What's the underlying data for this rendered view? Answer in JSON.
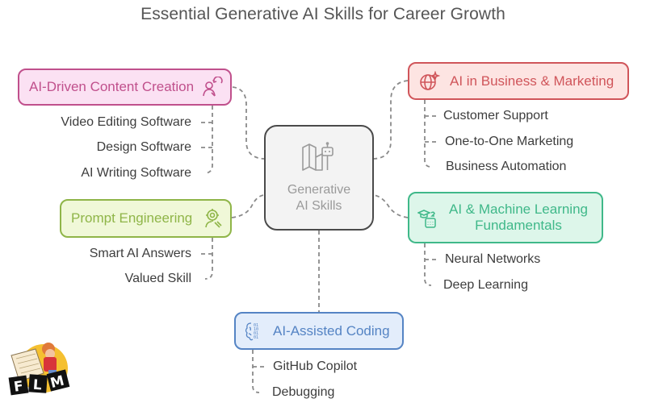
{
  "title": "Essential Generative AI Skills for Career Growth",
  "center": {
    "line1": "Generative",
    "line2": "AI Skills",
    "icon": "map-robot-icon"
  },
  "branches": {
    "content": {
      "label": "AI-Driven Content Creation",
      "icon": "people-refresh-icon",
      "color": "#c0508c",
      "fill": "#fbe1f3",
      "items": [
        "Video Editing Software",
        "Design Software",
        "AI Writing Software"
      ]
    },
    "business": {
      "label": "AI in Business & Marketing",
      "icon": "globe-sparkle-icon",
      "color": "#d0555a",
      "fill": "#fde4e2",
      "items": [
        "Customer Support",
        "One-to-One Marketing",
        "Business Automation"
      ]
    },
    "prompt": {
      "label": "Prompt Engineering",
      "icon": "person-gear-icon",
      "color": "#8fb548",
      "fill": "#f0f8d8",
      "items": [
        "Smart AI Answers",
        "Valued Skill"
      ]
    },
    "ml": {
      "label_line1": "AI & Machine Learning",
      "label_line2": "Fundamentals",
      "icon": "graduation-cap-calculator-icon",
      "color": "#3fb889",
      "fill": "#ddf6ea",
      "items": [
        "Neural Networks",
        "Deep Learning"
      ]
    },
    "coding": {
      "label": "AI-Assisted Coding",
      "icon": "brain-binary-icon",
      "color": "#5584c4",
      "fill": "#e3edfb",
      "items": [
        "GitHub Copilot",
        "Debugging"
      ]
    }
  },
  "logo": {
    "text": "FLM",
    "letters": [
      "F",
      "L",
      "M"
    ]
  }
}
